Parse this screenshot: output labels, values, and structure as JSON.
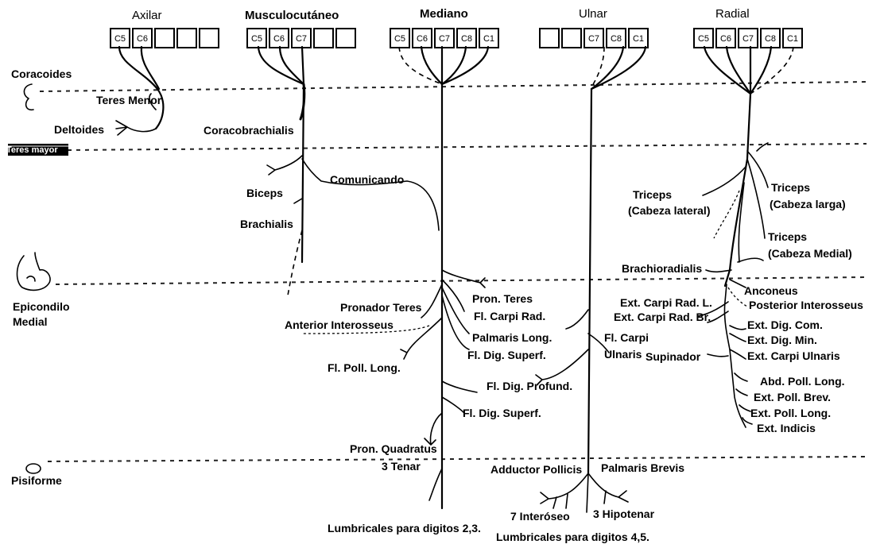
{
  "columns": {
    "axilar": "Axilar",
    "musculo": "Musculocutáneo",
    "mediano": "Mediano",
    "ulnar": "Ulnar",
    "radial": "Radial"
  },
  "roots": {
    "axilar": [
      "C5",
      "C6",
      "",
      "",
      ""
    ],
    "musculo": [
      "C5",
      "C6",
      "C7",
      "",
      ""
    ],
    "mediano": [
      "C5",
      "C6",
      "C7",
      "C8",
      "C1"
    ],
    "ulnar": [
      "",
      "",
      "C7",
      "C8",
      "C1"
    ],
    "radial": [
      "C5",
      "C6",
      "C7",
      "C8",
      "C1"
    ]
  },
  "landmarks": {
    "coracoides": "Coracoides",
    "teres_mayor": "Teres mayor",
    "epicondilo_1": "Epicondilo",
    "epicondilo_2": "Medial",
    "pisiforme": "Pisiforme"
  },
  "axilar_branches": {
    "teres_menor": "Teres Menor",
    "deltoides": "Deltoides"
  },
  "musculo_branches": {
    "coracobrachialis": "Coracobrachialis",
    "comunicando": "Comunicando",
    "biceps": "Biceps",
    "brachialis": "Brachialis"
  },
  "mediano_branches": {
    "pron_teres": "Pron. Teres",
    "pronador_teres": "Pronador Teres",
    "fl_carpi_rad": "Fl. Carpi Rad.",
    "anterior_interosseus": "Anterior Interosseus",
    "palmaris_long": "Palmaris Long.",
    "fl_dig_superf_1": "Fl. Dig. Superf.",
    "fl_poll_long": "Fl. Poll. Long.",
    "fl_dig_profund": "Fl. Dig. Profund.",
    "fl_dig_superf_2": "Fl. Dig. Superf.",
    "pron_quadratus": "Pron. Quadratus",
    "tenar": "3 Tenar",
    "lumbricales_23": "Lumbricales para digitos 2,3."
  },
  "ulnar_branches": {
    "fl_carpi_ulnaris_1": "Fl. Carpi",
    "fl_carpi_ulnaris_2": "Ulnaris",
    "adductor_pollicis": "Adductor Pollicis",
    "palmaris_brevis": "Palmaris Brevis",
    "interoseo": "7 Interóseo",
    "hipotenar": "3 Hipotenar",
    "lumbricales_45": "Lumbricales para digitos 4,5."
  },
  "radial_branches": {
    "triceps_lat_1": "Triceps",
    "triceps_lat_2": "(Cabeza lateral)",
    "triceps_larga_1": "Triceps",
    "triceps_larga_2": "(Cabeza larga)",
    "triceps_med_1": "Triceps",
    "triceps_med_2": "(Cabeza Medial)",
    "brachioradialis": "Brachioradialis",
    "anconeus": "Anconeus",
    "posterior_interosseus": "Posterior Interosseus",
    "ext_carpi_rad_l": "Ext. Carpi Rad. L.",
    "ext_carpi_rad_br": "Ext. Carpi Rad. Br.",
    "ext_dig_com": "Ext. Dig. Com.",
    "ext_dig_min": "Ext. Dig. Min.",
    "ext_carpi_ulnaris": "Ext. Carpi Ulnaris",
    "supinador": "Supinador",
    "abd_poll_long": "Abd. Poll. Long.",
    "ext_poll_brev": "Ext. Poll. Brev.",
    "ext_poll_long": "Ext. Poll. Long.",
    "ext_indicis": "Ext. Indicis"
  }
}
